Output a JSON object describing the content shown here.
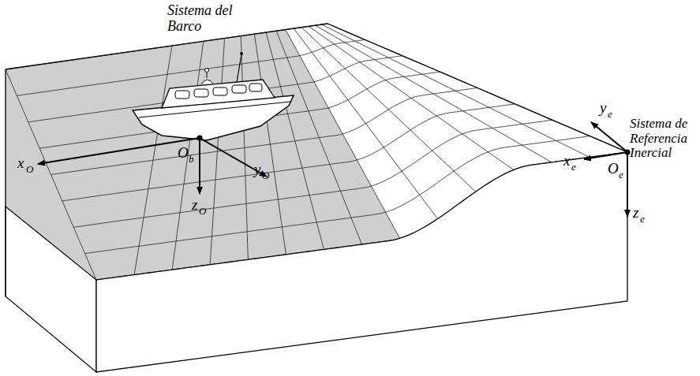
{
  "diagram": {
    "labels": [
      "Sistema del Barco",
      "x",
      "O",
      "O",
      "b",
      "y",
      "O",
      "z",
      "O",
      "y",
      "e",
      "x",
      "e",
      "Sistema de Referencia Inercial",
      "O",
      "e",
      "z",
      "e"
    ]
  }
}
